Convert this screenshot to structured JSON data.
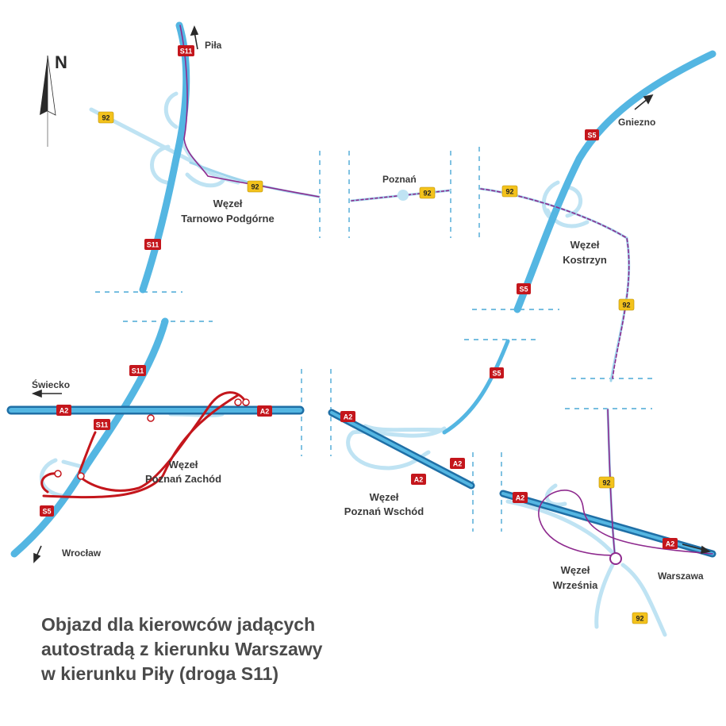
{
  "north_label": "N",
  "cities": {
    "pila": "Piła",
    "gniezno": "Gniezno",
    "poznan": "Poznań",
    "swiecko": "Świecko",
    "wroclaw": "Wrocław",
    "warszawa": "Warszawa"
  },
  "junctions": {
    "tarnowo": [
      "Węzeł",
      "Tarnowo Podgórne"
    ],
    "kostrzyn": [
      "Węzeł",
      "Kostrzyn"
    ],
    "zachod": [
      "Węzeł",
      "Poznań Zachód"
    ],
    "wschod": [
      "Węzeł",
      "Poznań Wschód"
    ],
    "wrzesnia": [
      "Węzeł",
      "Września"
    ]
  },
  "road_labels": {
    "s11": "S11",
    "s5": "S5",
    "a2": "A2",
    "r92": "92"
  },
  "caption": [
    "Objazd dla kierowców jadących",
    "autostradą z kierunku Warszawy",
    "w kierunku Piły (droga S11)"
  ],
  "colors": {
    "road": "#54b6e2",
    "road_light": "#bfe3f3",
    "detour_purple": "#8e2a8e",
    "detour_red": "#c4161c",
    "shield_yellow": "#f3c21c",
    "shield_red": "#c4161c",
    "motorway_dark": "#1f6fa6"
  }
}
